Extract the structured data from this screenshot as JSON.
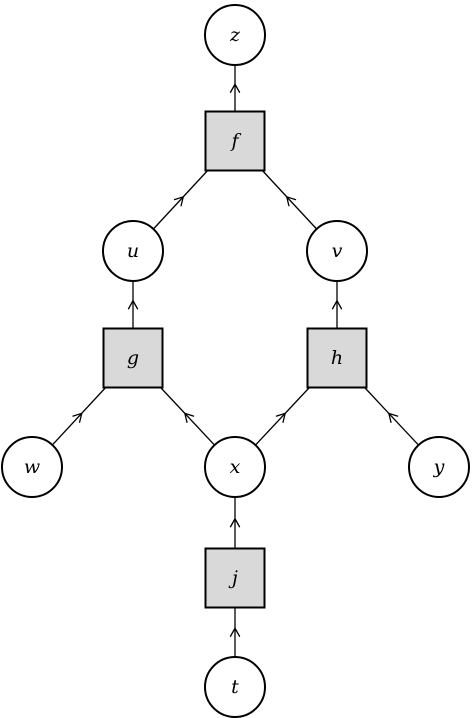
{
  "diagram": {
    "type": "factor-graph",
    "variables": [
      {
        "id": "z",
        "label": "z"
      },
      {
        "id": "u",
        "label": "u"
      },
      {
        "id": "v",
        "label": "v"
      },
      {
        "id": "w",
        "label": "w"
      },
      {
        "id": "x",
        "label": "x"
      },
      {
        "id": "y",
        "label": "y"
      },
      {
        "id": "t",
        "label": "t"
      }
    ],
    "factors": [
      {
        "id": "f",
        "label": "f"
      },
      {
        "id": "g",
        "label": "g"
      },
      {
        "id": "h",
        "label": "h"
      },
      {
        "id": "j",
        "label": "j"
      }
    ],
    "edges": [
      {
        "from": "f",
        "to": "z"
      },
      {
        "from": "u",
        "to": "f"
      },
      {
        "from": "v",
        "to": "f"
      },
      {
        "from": "g",
        "to": "u"
      },
      {
        "from": "h",
        "to": "v"
      },
      {
        "from": "w",
        "to": "g"
      },
      {
        "from": "x",
        "to": "g"
      },
      {
        "from": "x",
        "to": "h"
      },
      {
        "from": "y",
        "to": "h"
      },
      {
        "from": "j",
        "to": "x"
      },
      {
        "from": "t",
        "to": "j"
      }
    ],
    "colors": {
      "factor_fill": "#d9d9d9",
      "variable_fill": "#ffffff",
      "stroke": "#000000"
    }
  }
}
